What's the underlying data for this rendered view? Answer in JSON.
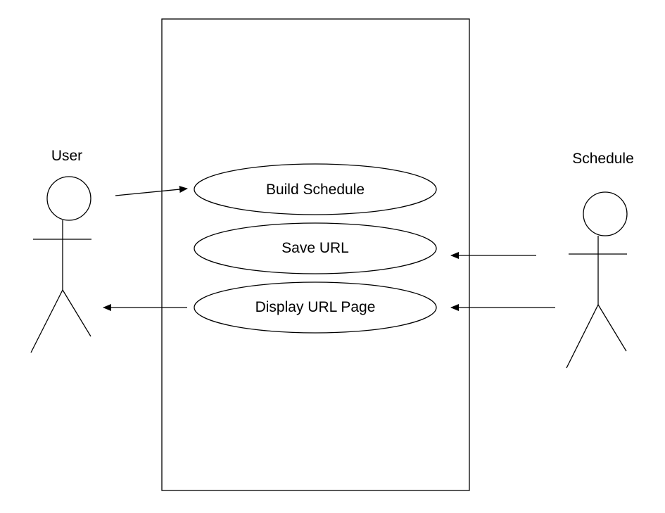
{
  "actors": {
    "user": {
      "label": "User"
    },
    "schedule": {
      "label": "Schedule"
    }
  },
  "use_cases": [
    {
      "label": "Build Schedule"
    },
    {
      "label": "Save URL"
    },
    {
      "label": "Display URL Page"
    }
  ],
  "colors": {
    "stroke": "#000000",
    "background": "#ffffff"
  }
}
